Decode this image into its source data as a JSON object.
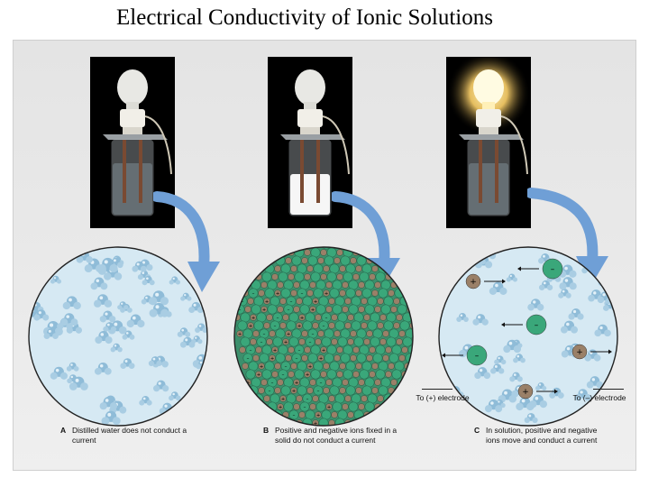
{
  "title": "Electrical Conductivity of Ionic Solutions",
  "panels": [
    {
      "letter": "A",
      "caption": "Distilled water does not conduct a current",
      "bulb_lit": false,
      "contents": "distilled water"
    },
    {
      "letter": "B",
      "caption": "Positive and negative ions fixed in a solid do not conduct a current",
      "bulb_lit": false,
      "contents": "ionic solid"
    },
    {
      "letter": "C",
      "caption": "In solution, positive and negative ions move and conduct a current",
      "bulb_lit": true,
      "contents": "ionic solution"
    }
  ],
  "electrodes": {
    "left": "To (+) electrode",
    "right": "To (–) electrode"
  },
  "ion_signs": {
    "positive": "+",
    "negative": "–"
  },
  "colors": {
    "water_molecule": "#8fbcd8",
    "negative_ion": "#3aa77a",
    "positive_ion": "#9a8068",
    "arrow": "#6f9fd6",
    "lit_bulb": "#ffd36a",
    "background": "#e8e8e8"
  }
}
